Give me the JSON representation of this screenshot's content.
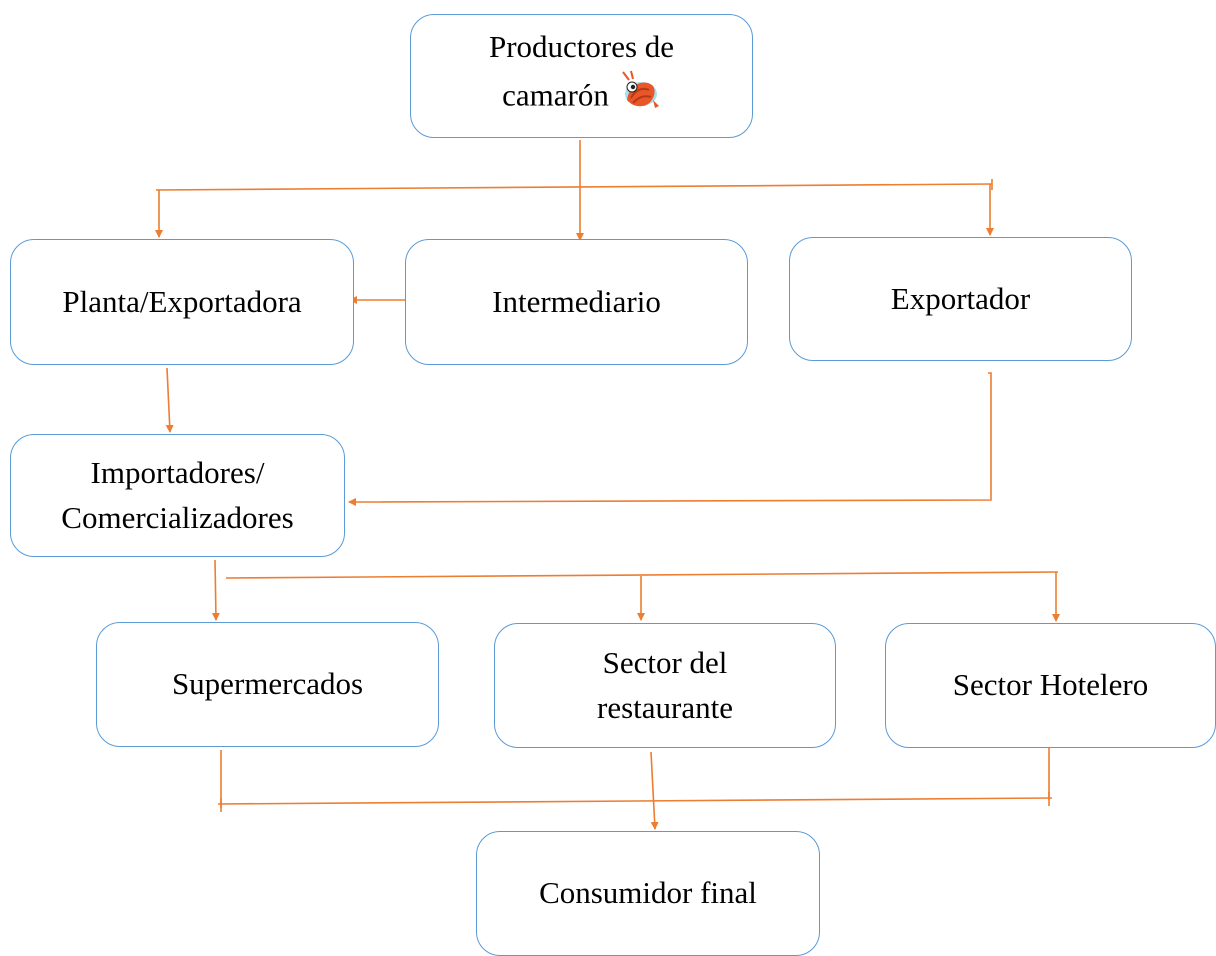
{
  "nodes": {
    "productores": {
      "line1": "Productores de",
      "line2": "camarón",
      "icon": "shrimp-icon"
    },
    "planta": {
      "label": "Planta/Exportadora"
    },
    "intermediario": {
      "label": "Intermediario"
    },
    "exportador": {
      "label": "Exportador"
    },
    "importadores": {
      "line1": "Importadores/",
      "line2": "Comercializadores"
    },
    "supermercados": {
      "label": "Supermercados"
    },
    "restaurante": {
      "line1": "Sector del",
      "line2": "restaurante"
    },
    "hotelero": {
      "label": "Sector Hotelero"
    },
    "consumidor": {
      "label": "Consumidor final"
    }
  },
  "colors": {
    "box_border": "#5b9bd5",
    "connector": "#ed7d31",
    "text": "#000000"
  }
}
